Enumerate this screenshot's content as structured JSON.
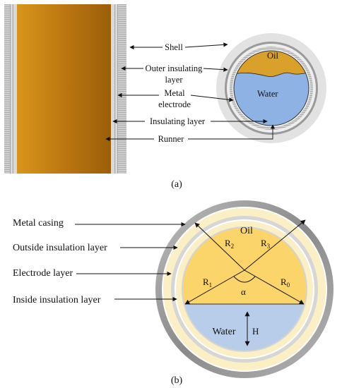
{
  "panel_a": {
    "labels": {
      "shell": "Shell",
      "outer_insulating_line1": "Outer insulating",
      "outer_insulating_line2": "layer",
      "metal_electrode_line1": "Metal",
      "metal_electrode_line2": "electrode",
      "insulating_layer": "Insulating layer",
      "runner": "Runner"
    },
    "oil": "Oil",
    "water": "Water",
    "caption": "(a)"
  },
  "panel_b": {
    "labels": {
      "metal_casing": "Metal casing",
      "outside_insulation": "Outside insulation layer",
      "electrode_layer": "Electrode layer",
      "inside_insulation": "Inside insulation layer"
    },
    "oil": "Oil",
    "water": "Water",
    "radii": {
      "r2": {
        "base": "R",
        "sub": "2"
      },
      "r3": {
        "base": "R",
        "sub": "3"
      },
      "r1": {
        "base": "R",
        "sub": "1"
      },
      "r0": {
        "base": "R",
        "sub": "0"
      }
    },
    "angle": "α",
    "height": "H",
    "caption": "(b)"
  },
  "colors": {
    "oil_a": "#d9a02a",
    "water_a": "#8fb2e4",
    "oil_b": "#fbd46a",
    "water_b": "#b7cdea",
    "insulation_b": "#fbefc6",
    "casing": "#9a9a9a",
    "pipe_light": "#e4e4e4",
    "pipe_dark": "#7f7f7f"
  }
}
